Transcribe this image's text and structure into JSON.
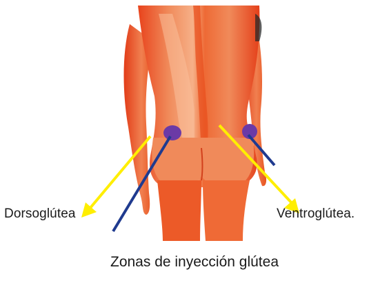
{
  "labels": {
    "left": "Dorsoglútea",
    "right": "Ventroglútea."
  },
  "caption": "Zonas de inyección glútea",
  "colors": {
    "skin_dark": "#e8431c",
    "skin_light": "#f6a87a",
    "skin_mid": "#ee6a35",
    "injection_spot": "#6b3aa6",
    "needle_line": "#1f3a8f",
    "arrow": "#ffee00"
  }
}
